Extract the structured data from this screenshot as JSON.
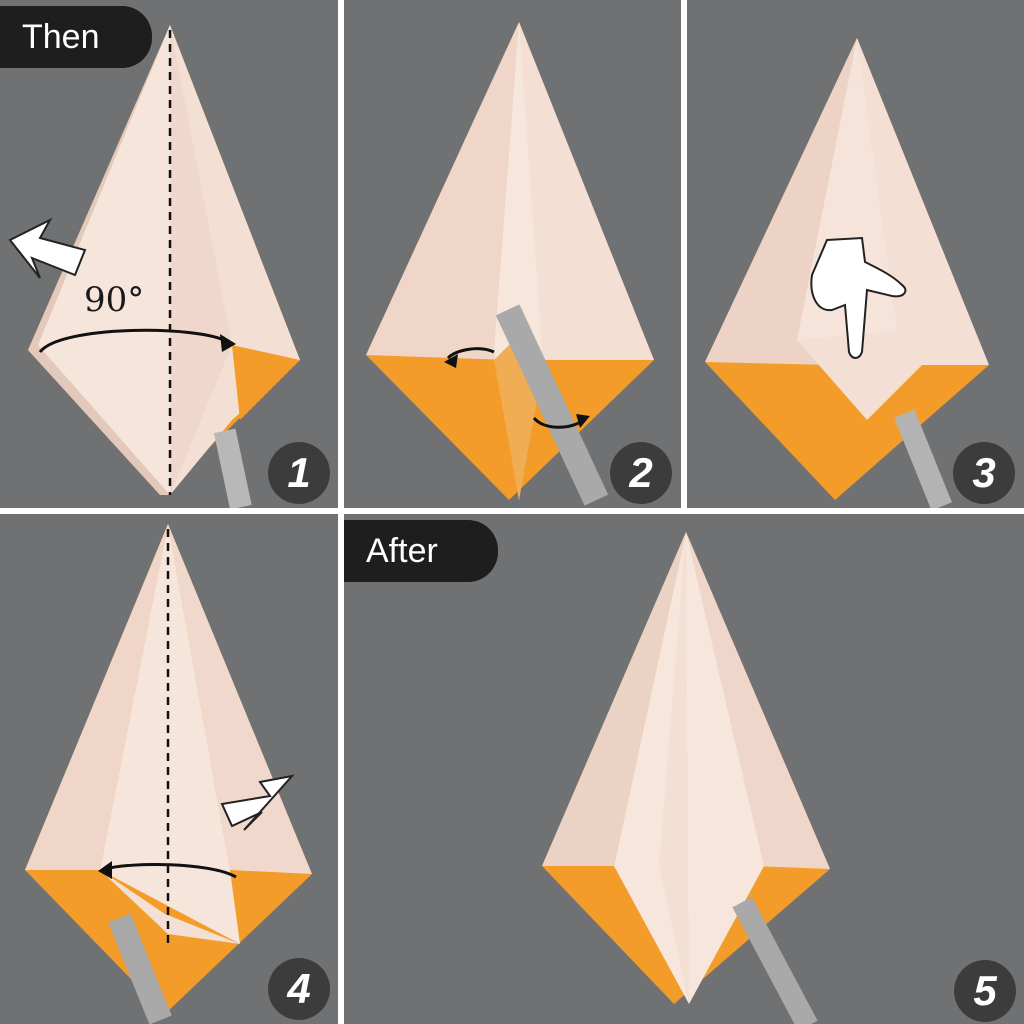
{
  "labels": {
    "then": "Then",
    "after": "After",
    "angle": "90°"
  },
  "steps": [
    "1",
    "2",
    "3",
    "4",
    "5"
  ],
  "colors": {
    "background": "#6f7173",
    "paper_light": "#f1ddd2",
    "paper_orange": "#f39c29",
    "badge": "#3c3c3c",
    "tag": "#1e1e1e"
  },
  "icons": [
    "push-arrow-icon",
    "curved-arrow-icon",
    "pointing-hand-icon"
  ]
}
